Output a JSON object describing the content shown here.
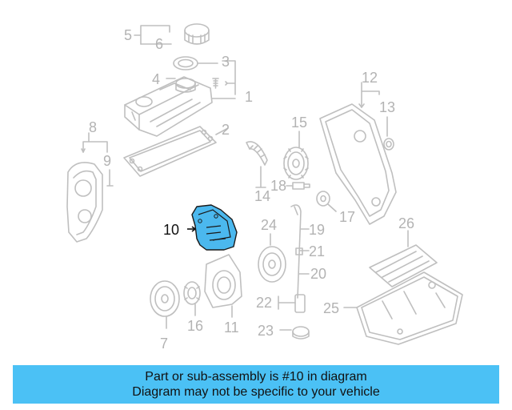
{
  "colors": {
    "part_outline": "#bfbfbf",
    "highlight_fill": "#4bb8ee",
    "highlight_stroke": "#1a1a1a",
    "caption_background": "#4bc1f5",
    "callout_inactive": "#b3b3b3",
    "callout_active": "#111111"
  },
  "diagram": {
    "highlighted_part": "10",
    "callouts": [
      "1",
      "2",
      "3",
      "4",
      "5",
      "6",
      "7",
      "8",
      "9",
      "10",
      "11",
      "12",
      "13",
      "14",
      "15",
      "16",
      "17",
      "18",
      "19",
      "20",
      "21",
      "22",
      "23",
      "24",
      "25",
      "26"
    ]
  },
  "caption": {
    "line1": "Part or sub-assembly is #10 in diagram",
    "line2": "Diagram may not be specific to your vehicle"
  }
}
